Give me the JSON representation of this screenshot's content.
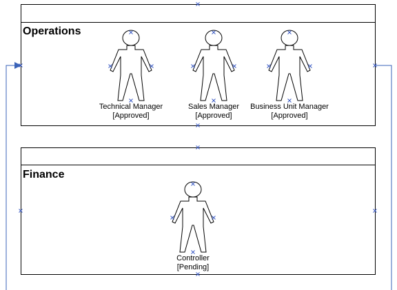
{
  "colors": {
    "line": "#000000",
    "connector": "#3a63b8",
    "connection_point": "#3b5cc4",
    "background": "#ffffff"
  },
  "lanes": [
    {
      "title": "Operations",
      "actors": [
        {
          "name": "Technical Manager",
          "status": "[Approved]"
        },
        {
          "name": "Sales Manager",
          "status": "[Approved]"
        },
        {
          "name": "Business Unit Manager",
          "status": "[Approved]"
        }
      ]
    },
    {
      "title": "Finance",
      "actors": [
        {
          "name": "Controller",
          "status": "[Pending]"
        }
      ]
    }
  ]
}
